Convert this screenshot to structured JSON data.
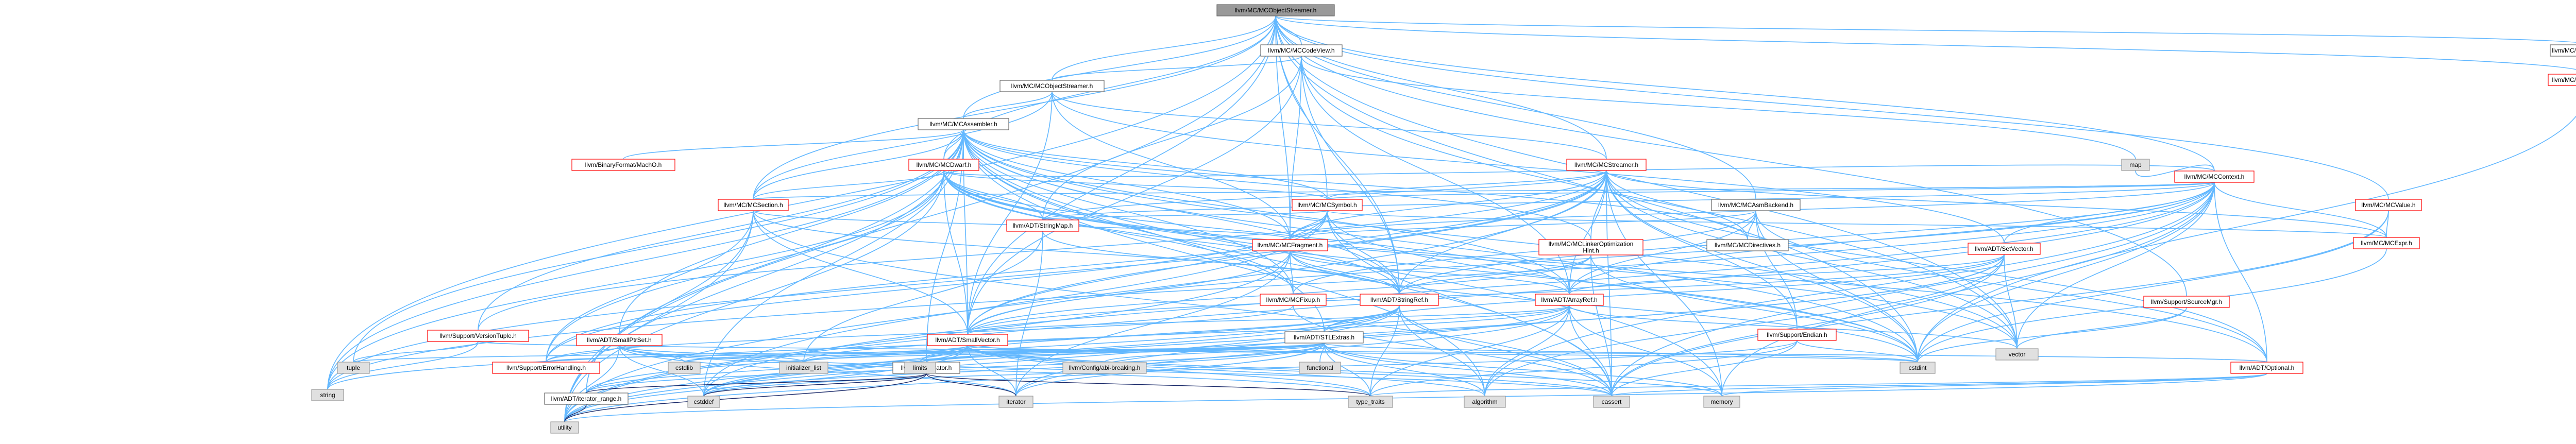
{
  "graph": {
    "colors": {
      "edge": "#63b8ff",
      "edge_dark": "#1a2a6a",
      "focus_fill": "#999999",
      "internal_border": "#666666",
      "incomplete_border": "#ff0000",
      "external_fill": "#e0e0e0",
      "external_border": "#999999"
    },
    "nodes": [
      {
        "id": "root",
        "label": "llvm/MC/MCObjectStreamer.h",
        "kind": "focus"
      },
      {
        "id": "codeview",
        "label": "llvm/MC/MCCodeView.h",
        "kind": "int"
      },
      {
        "id": "codeemitter",
        "label": "llvm/MC/MCCodeEmitter.h",
        "kind": "int"
      },
      {
        "id": "objwriter",
        "label": "llvm/MC/MCObjectWriter.h",
        "kind": "red"
      },
      {
        "id": "objstreamer",
        "label": "llvm/MC/MCObjectStreamer.h",
        "kind": "int"
      },
      {
        "id": "assembler",
        "label": "llvm/MC/MCAssembler.h",
        "kind": "int"
      },
      {
        "id": "context",
        "label": "llvm/MC/MCContext.h",
        "kind": "red"
      },
      {
        "id": "map",
        "label": "map",
        "kind": "ext"
      },
      {
        "id": "machoh",
        "label": "llvm/BinaryFormat/MachO.h",
        "kind": "red"
      },
      {
        "id": "dwarf",
        "label": "llvm/MC/MCDwarf.h",
        "kind": "red"
      },
      {
        "id": "streamer",
        "label": "llvm/MC/MCStreamer.h",
        "kind": "red"
      },
      {
        "id": "mcvalue",
        "label": "llvm/MC/MCValue.h",
        "kind": "red"
      },
      {
        "id": "section",
        "label": "llvm/MC/MCSection.h",
        "kind": "red"
      },
      {
        "id": "symbol",
        "label": "llvm/MC/MCSymbol.h",
        "kind": "red"
      },
      {
        "id": "asmbackend",
        "label": "llvm/MC/MCAsmBackend.h",
        "kind": "int"
      },
      {
        "id": "linker",
        "label": "llvm/MC/MCLinkerOptimization\nHint.h",
        "kind": "red"
      },
      {
        "id": "setvector",
        "label": "llvm/ADT/SetVector.h",
        "kind": "red"
      },
      {
        "id": "mcexpr",
        "label": "llvm/MC/MCExpr.h",
        "kind": "red"
      },
      {
        "id": "stringmap",
        "label": "llvm/ADT/StringMap.h",
        "kind": "red"
      },
      {
        "id": "fragment",
        "label": "llvm/MC/MCFragment.h",
        "kind": "red"
      },
      {
        "id": "directives",
        "label": "llvm/MC/MCDirectives.h",
        "kind": "int"
      },
      {
        "id": "fixup",
        "label": "llvm/MC/MCFixup.h",
        "kind": "red"
      },
      {
        "id": "stringref",
        "label": "llvm/ADT/StringRef.h",
        "kind": "red"
      },
      {
        "id": "arrayref",
        "label": "llvm/ADT/ArrayRef.h",
        "kind": "red"
      },
      {
        "id": "sourcemgr",
        "label": "llvm/Support/SourceMgr.h",
        "kind": "red"
      },
      {
        "id": "versiontuple",
        "label": "llvm/Support/VersionTuple.h",
        "kind": "red"
      },
      {
        "id": "smallptrset",
        "label": "llvm/ADT/SmallPtrSet.h",
        "kind": "red"
      },
      {
        "id": "smallvector",
        "label": "llvm/ADT/SmallVector.h",
        "kind": "red"
      },
      {
        "id": "stlextras",
        "label": "llvm/ADT/STLExtras.h",
        "kind": "int"
      },
      {
        "id": "endian",
        "label": "llvm/Support/Endian.h",
        "kind": "red"
      },
      {
        "id": "vector",
        "label": "vector",
        "kind": "ext"
      },
      {
        "id": "tuple",
        "label": "tuple",
        "kind": "ext"
      },
      {
        "id": "errorhandling",
        "label": "llvm/Support/ErrorHandling.h",
        "kind": "red"
      },
      {
        "id": "cstdlib",
        "label": "cstdlib",
        "kind": "ext"
      },
      {
        "id": "adtiterator",
        "label": "llvm/ADT/iterator.h",
        "kind": "int"
      },
      {
        "id": "initlist",
        "label": "initializer_list",
        "kind": "ext"
      },
      {
        "id": "limits",
        "label": "limits",
        "kind": "ext"
      },
      {
        "id": "configbreaking",
        "label": "llvm/Config/abi-breaking.h",
        "kind": "ext"
      },
      {
        "id": "functional",
        "label": "functional",
        "kind": "ext"
      },
      {
        "id": "cstdint",
        "label": "cstdint",
        "kind": "ext"
      },
      {
        "id": "optional",
        "label": "llvm/ADT/Optional.h",
        "kind": "red"
      },
      {
        "id": "string",
        "label": "string",
        "kind": "ext"
      },
      {
        "id": "iterrange",
        "label": "llvm/ADT/iterator_range.h",
        "kind": "int"
      },
      {
        "id": "cstddef",
        "label": "cstddef",
        "kind": "ext"
      },
      {
        "id": "iterator",
        "label": "iterator",
        "kind": "ext"
      },
      {
        "id": "typetraits",
        "label": "type_traits",
        "kind": "ext"
      },
      {
        "id": "algorithm",
        "label": "algorithm",
        "kind": "ext"
      },
      {
        "id": "cassert",
        "label": "cassert",
        "kind": "ext"
      },
      {
        "id": "memory",
        "label": "memory",
        "kind": "ext"
      },
      {
        "id": "utility",
        "label": "utility",
        "kind": "ext"
      }
    ],
    "edges": [
      [
        "root",
        "codeview"
      ],
      [
        "root",
        "codeemitter"
      ],
      [
        "root",
        "objwriter"
      ],
      [
        "root",
        "objstreamer"
      ],
      [
        "root",
        "assembler"
      ],
      [
        "root",
        "context"
      ],
      [
        "root",
        "dwarf"
      ],
      [
        "root",
        "symbol"
      ],
      [
        "root",
        "stringref"
      ],
      [
        "root",
        "smallvector"
      ],
      [
        "root",
        "asmbackend"
      ],
      [
        "root",
        "mcvalue"
      ],
      [
        "root",
        "fragment"
      ],
      [
        "root",
        "section"
      ],
      [
        "root",
        "streamer"
      ],
      [
        "root",
        "vector"
      ],
      [
        "root",
        "sourcemgr"
      ],
      [
        "root",
        "utility"
      ],
      [
        "root",
        "cstdint"
      ],
      [
        "root",
        "string"
      ],
      [
        "codeview",
        "objstreamer"
      ],
      [
        "codeview",
        "fragment"
      ],
      [
        "codeview",
        "stringmap"
      ],
      [
        "codeview",
        "stringref"
      ],
      [
        "codeview",
        "arrayref"
      ],
      [
        "codeview",
        "smallvector"
      ],
      [
        "codeview",
        "map"
      ],
      [
        "codeview",
        "vector"
      ],
      [
        "objstreamer",
        "assembler"
      ],
      [
        "objstreamer",
        "streamer"
      ],
      [
        "objstreamer",
        "section"
      ],
      [
        "objstreamer",
        "fragment"
      ],
      [
        "objstreamer",
        "setvector"
      ],
      [
        "objstreamer",
        "smallvector"
      ],
      [
        "assembler",
        "machoh"
      ],
      [
        "assembler",
        "dwarf"
      ],
      [
        "assembler",
        "section"
      ],
      [
        "assembler",
        "symbol"
      ],
      [
        "assembler",
        "fragment"
      ],
      [
        "assembler",
        "linker"
      ],
      [
        "assembler",
        "directives"
      ],
      [
        "assembler",
        "fixup"
      ],
      [
        "assembler",
        "smallptrset"
      ],
      [
        "assembler",
        "smallvector"
      ],
      [
        "assembler",
        "stringref"
      ],
      [
        "assembler",
        "stlextras"
      ],
      [
        "assembler",
        "iterrange"
      ],
      [
        "assembler",
        "adtiterator"
      ],
      [
        "assembler",
        "versiontuple"
      ],
      [
        "assembler",
        "arrayref"
      ],
      [
        "assembler",
        "string"
      ],
      [
        "assembler",
        "tuple"
      ],
      [
        "assembler",
        "utility"
      ],
      [
        "assembler",
        "vector"
      ],
      [
        "assembler",
        "cstddef"
      ],
      [
        "assembler",
        "cstdint"
      ],
      [
        "assembler",
        "algorithm"
      ],
      [
        "assembler",
        "cassert"
      ],
      [
        "assembler",
        "memory"
      ],
      [
        "context",
        "map"
      ],
      [
        "context",
        "setvector"
      ],
      [
        "context",
        "stringmap"
      ],
      [
        "context",
        "stringref"
      ],
      [
        "context",
        "symbol"
      ],
      [
        "context",
        "section"
      ],
      [
        "context",
        "mcexpr"
      ],
      [
        "context",
        "dwarf"
      ],
      [
        "context",
        "fragment"
      ],
      [
        "context",
        "arrayref"
      ],
      [
        "context",
        "smallvector"
      ],
      [
        "context",
        "optional"
      ],
      [
        "context",
        "string"
      ],
      [
        "context",
        "vector"
      ],
      [
        "context",
        "cstdint"
      ],
      [
        "context",
        "cstddef"
      ],
      [
        "context",
        "algorithm"
      ],
      [
        "context",
        "cassert"
      ],
      [
        "context",
        "memory"
      ],
      [
        "context",
        "utility"
      ],
      [
        "objwriter",
        "cstdint"
      ],
      [
        "dwarf",
        "section"
      ],
      [
        "dwarf",
        "symbol"
      ],
      [
        "dwarf",
        "stringmap"
      ],
      [
        "dwarf",
        "stringref"
      ],
      [
        "dwarf",
        "arrayref"
      ],
      [
        "dwarf",
        "smallvector"
      ],
      [
        "dwarf",
        "fixup"
      ],
      [
        "dwarf",
        "optional"
      ],
      [
        "dwarf",
        "errorhandling"
      ],
      [
        "dwarf",
        "string"
      ],
      [
        "dwarf",
        "vector"
      ],
      [
        "dwarf",
        "utility"
      ],
      [
        "dwarf",
        "cstdint"
      ],
      [
        "streamer",
        "symbol"
      ],
      [
        "streamer",
        "stringmap"
      ],
      [
        "streamer",
        "fragment"
      ],
      [
        "streamer",
        "linker"
      ],
      [
        "streamer",
        "directives"
      ],
      [
        "streamer",
        "stringref"
      ],
      [
        "streamer",
        "arrayref"
      ],
      [
        "streamer",
        "smallvector"
      ],
      [
        "streamer",
        "optional"
      ],
      [
        "streamer",
        "endian"
      ],
      [
        "streamer",
        "versiontuple"
      ],
      [
        "streamer",
        "errorhandling"
      ],
      [
        "streamer",
        "mcexpr"
      ],
      [
        "streamer",
        "string"
      ],
      [
        "streamer",
        "vector"
      ],
      [
        "streamer",
        "utility"
      ],
      [
        "streamer",
        "cstdint"
      ],
      [
        "streamer",
        "cassert"
      ],
      [
        "streamer",
        "memory"
      ],
      [
        "mcvalue",
        "mcexpr"
      ],
      [
        "mcvalue",
        "cassert"
      ],
      [
        "mcvalue",
        "cstdint"
      ],
      [
        "section",
        "fragment"
      ],
      [
        "section",
        "stringref"
      ],
      [
        "section",
        "smallvector"
      ],
      [
        "section",
        "iterrange"
      ],
      [
        "section",
        "cassert"
      ],
      [
        "section",
        "utility"
      ],
      [
        "section",
        "errorhandling"
      ],
      [
        "symbol",
        "stringmap"
      ],
      [
        "symbol",
        "fragment"
      ],
      [
        "symbol",
        "stringref"
      ],
      [
        "symbol",
        "mcexpr"
      ],
      [
        "symbol",
        "errorhandling"
      ],
      [
        "symbol",
        "smallvector"
      ],
      [
        "symbol",
        "cstddef"
      ],
      [
        "symbol",
        "cstdint"
      ],
      [
        "symbol",
        "cassert"
      ],
      [
        "asmbackend",
        "directives"
      ],
      [
        "asmbackend",
        "fixup"
      ],
      [
        "asmbackend",
        "fragment"
      ],
      [
        "asmbackend",
        "arrayref"
      ],
      [
        "asmbackend",
        "endian"
      ],
      [
        "asmbackend",
        "optional"
      ],
      [
        "asmbackend",
        "cstdint"
      ],
      [
        "linker",
        "stringref"
      ],
      [
        "linker",
        "smallvector"
      ],
      [
        "linker",
        "cassert"
      ],
      [
        "linker",
        "cstdint"
      ],
      [
        "setvector",
        "arrayref"
      ],
      [
        "setvector",
        "smallvector"
      ],
      [
        "setvector",
        "stlextras"
      ],
      [
        "setvector",
        "cassert"
      ],
      [
        "setvector",
        "iterator"
      ],
      [
        "setvector",
        "vector"
      ],
      [
        "setvector",
        "algorithm"
      ],
      [
        "setvector",
        "utility"
      ],
      [
        "mcexpr",
        "cstdint"
      ],
      [
        "stringmap",
        "stringref"
      ],
      [
        "stringmap",
        "initlist"
      ],
      [
        "stringmap",
        "iterator"
      ],
      [
        "fragment",
        "fixup"
      ],
      [
        "fragment",
        "stringref"
      ],
      [
        "fragment",
        "arrayref"
      ],
      [
        "fragment",
        "smallvector"
      ],
      [
        "fragment",
        "utility"
      ],
      [
        "fragment",
        "cstdint"
      ],
      [
        "fragment",
        "iterator"
      ],
      [
        "fixup",
        "errorhandling"
      ],
      [
        "fixup",
        "cassert"
      ],
      [
        "stringref",
        "stlextras"
      ],
      [
        "stringref",
        "iterrange"
      ],
      [
        "stringref",
        "algorithm"
      ],
      [
        "stringref",
        "cassert"
      ],
      [
        "stringref",
        "cstddef"
      ],
      [
        "stringref",
        "cstring"
      ],
      [
        "stringref",
        "limits"
      ],
      [
        "stringref",
        "string"
      ],
      [
        "stringref",
        "typetraits"
      ],
      [
        "stringref",
        "utility"
      ],
      [
        "arrayref",
        "smallvector"
      ],
      [
        "arrayref",
        "stlextras"
      ],
      [
        "arrayref",
        "algorithm"
      ],
      [
        "arrayref",
        "array"
      ],
      [
        "arrayref",
        "cassert"
      ],
      [
        "arrayref",
        "cstddef"
      ],
      [
        "arrayref",
        "initlist"
      ],
      [
        "arrayref",
        "iterator"
      ],
      [
        "arrayref",
        "memory"
      ],
      [
        "arrayref",
        "typetraits"
      ],
      [
        "arrayref",
        "vector"
      ],
      [
        "sourcemgr",
        "cstdint"
      ],
      [
        "sourcemgr",
        "vector"
      ],
      [
        "versiontuple",
        "optional"
      ],
      [
        "versiontuple",
        "string"
      ],
      [
        "versiontuple",
        "tuple"
      ],
      [
        "smallptrset",
        "errorhandling"
      ],
      [
        "smallptrset",
        "cassert"
      ],
      [
        "smallptrset",
        "cstddef"
      ],
      [
        "smallptrset",
        "cstdlib"
      ],
      [
        "smallptrset",
        "cstring"
      ],
      [
        "smallptrset",
        "initlist"
      ],
      [
        "smallptrset",
        "iterator"
      ],
      [
        "smallptrset",
        "utility"
      ],
      [
        "smallptrset",
        "typetraits"
      ],
      [
        "smallvector",
        "iterrange"
      ],
      [
        "smallvector",
        "algorithm"
      ],
      [
        "smallvector",
        "cassert"
      ],
      [
        "smallvector",
        "cstddef"
      ],
      [
        "smallvector",
        "cstdlib"
      ],
      [
        "smallvector",
        "cstdint"
      ],
      [
        "smallvector",
        "initlist"
      ],
      [
        "smallvector",
        "iterator"
      ],
      [
        "smallvector",
        "limits"
      ],
      [
        "smallvector",
        "memory"
      ],
      [
        "smallvector",
        "typetraits"
      ],
      [
        "smallvector",
        "utility"
      ],
      [
        "stlextras",
        "adtiterator"
      ],
      [
        "stlextras",
        "iterrange"
      ],
      [
        "stlextras",
        "configbreaking"
      ],
      [
        "stlextras",
        "errorhandling"
      ],
      [
        "stlextras",
        "algorithm"
      ],
      [
        "stlextras",
        "cassert"
      ],
      [
        "stlextras",
        "cstddef"
      ],
      [
        "stlextras",
        "cstdint"
      ],
      [
        "stlextras",
        "cstdlib"
      ],
      [
        "stlextras",
        "functional"
      ],
      [
        "stlextras",
        "initlist"
      ],
      [
        "stlextras",
        "iterator"
      ],
      [
        "stlextras",
        "limits"
      ],
      [
        "stlextras",
        "memory"
      ],
      [
        "stlextras",
        "tuple"
      ],
      [
        "stlextras",
        "typetraits"
      ],
      [
        "stlextras",
        "utility"
      ],
      [
        "endian",
        "cassert"
      ],
      [
        "endian",
        "cstddef"
      ],
      [
        "endian",
        "cstdint"
      ],
      [
        "endian",
        "typetraits"
      ],
      [
        "adtiterator",
        "iterrange"
      ],
      [
        "adtiterator",
        "cstddef"
      ],
      [
        "adtiterator",
        "iterator"
      ],
      [
        "adtiterator",
        "typetraits"
      ],
      [
        "adtiterator",
        "utility"
      ],
      [
        "optional",
        "typetraits"
      ],
      [
        "optional",
        "cassert"
      ],
      [
        "optional",
        "memory"
      ],
      [
        "optional",
        "utility"
      ],
      [
        "iterrange",
        "utility"
      ]
    ]
  }
}
